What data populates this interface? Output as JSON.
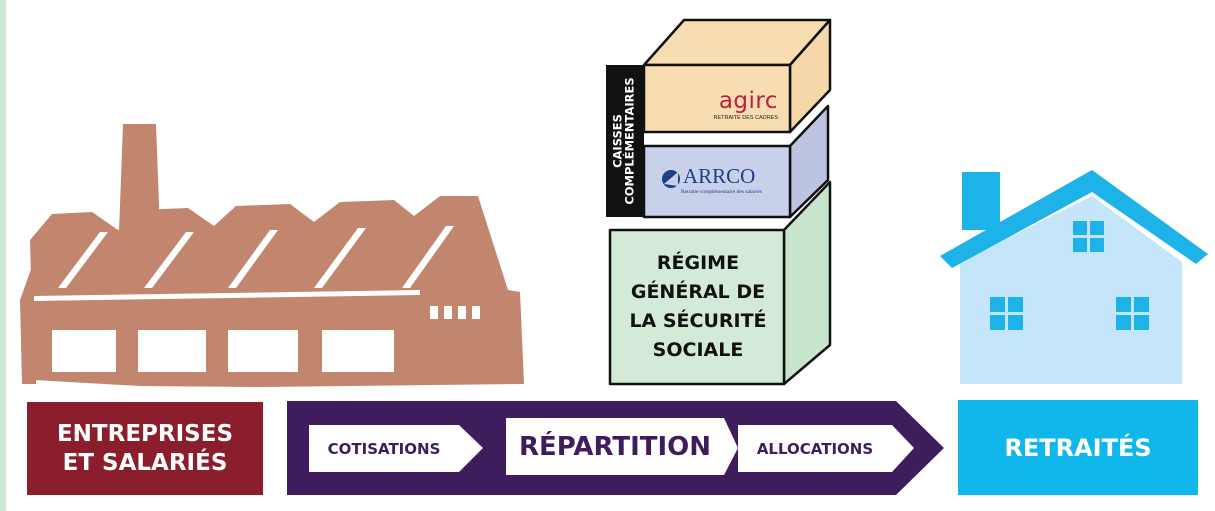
{
  "colors": {
    "left_strip": "#cfe9d6",
    "factory": "#c2866e",
    "factory_white": "#ffffff",
    "box_top": "#f8ddb2",
    "box_top_side": "#f6d7a9",
    "box_middle": "#c9d0ea",
    "box_middle_side": "#bcc4e2",
    "box_bottom": "#d2ead7",
    "box_bottom_side": "#c7e4cd",
    "outline": "#111111",
    "vertical_band": "#111111",
    "enterprises": "#8b1e2c",
    "arrow": "#3f1d5c",
    "retraites": "#0fb7eb",
    "house": "#c5e6fa",
    "house_roof": "#1eb3e8",
    "house_window": "#1eb3e8",
    "agirc_red": "#c01f3c",
    "arrco_blue": "#1d3f8a",
    "pill_text": "#3f1d5c"
  },
  "icons": {
    "factory": "factory-icon",
    "house": "house-icon",
    "arrco_mark": "arrco-globe-icon"
  },
  "caisses": {
    "line1": "CAISSES",
    "line2": "COMPLÉMENTAIRES"
  },
  "agirc": {
    "name": "agirc",
    "subtitle": "RETRAITE DES CADRES"
  },
  "arrco": {
    "name": "ARRCO",
    "subtitle": "Retraite complémentaire des salariés"
  },
  "regime": {
    "lines": [
      "RÉGIME",
      "GÉNÉRAL DE",
      "LA SÉCURITÉ",
      "SOCIALE"
    ]
  },
  "enterprises": {
    "line1": "ENTREPRISES",
    "line2": "ET SALARIÉS"
  },
  "flow": {
    "cotisations": "COTISATIONS",
    "repartition": "RÉPARTITION",
    "allocations": "ALLOCATIONS"
  },
  "retraites": {
    "label": "RETRAITÉS"
  }
}
